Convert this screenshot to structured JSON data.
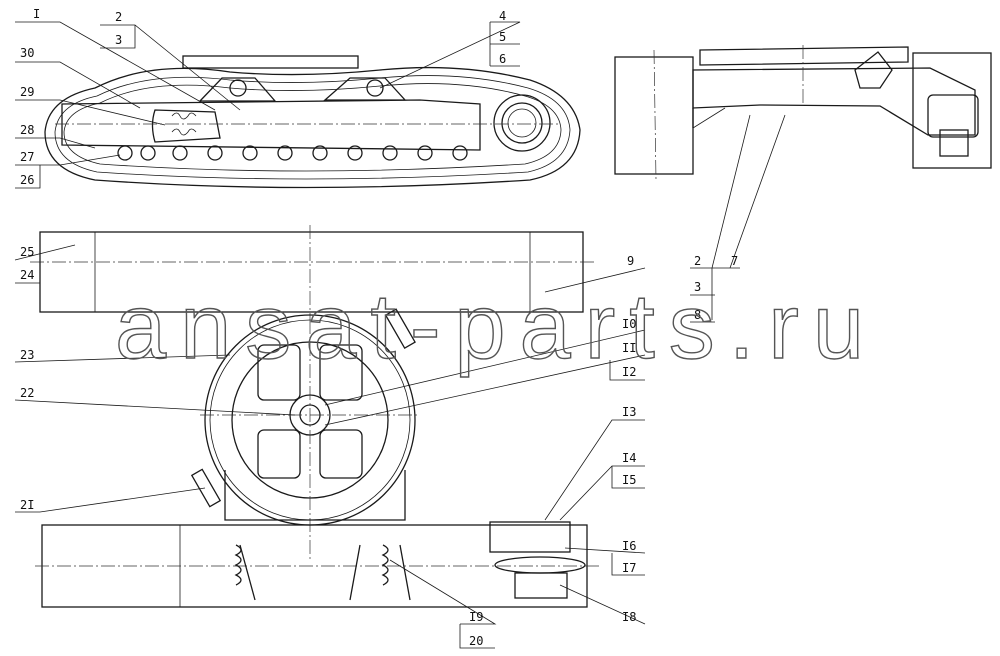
{
  "drawing": {
    "labels": {
      "l1": "I",
      "l2": "2",
      "l3": "3",
      "l4": "4",
      "l5": "5",
      "l6": "6",
      "l30": "30",
      "l29": "29",
      "l28": "28",
      "l27": "27",
      "l26": "26",
      "l25": "25",
      "l24": "24",
      "l23": "23",
      "l22": "22",
      "l21": "2I",
      "l9": "9",
      "l10": "I0",
      "l11": "II",
      "l12": "I2",
      "l13": "I3",
      "l14": "I4",
      "l15": "I5",
      "l16": "I6",
      "l17": "I7",
      "l18": "I8",
      "l19": "I9",
      "l20": "20",
      "r2": "2",
      "r7": "7",
      "r3": "3",
      "r8": "8"
    },
    "watermark": "ansat-parts.ru"
  }
}
